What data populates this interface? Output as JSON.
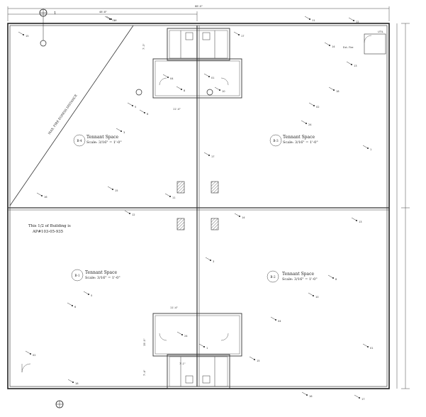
{
  "drawing": {
    "overall_dimension": "68'-0\"",
    "top_left_dimension": "48'-8\"",
    "grid_marker": "1",
    "diagonal_note": "MAX. FIRE EGRESS DISTANCE",
    "half_building_note_line1": "This 1/2 of Building is",
    "half_building_note_line2": "AP#103-05-935"
  },
  "spaces": [
    {
      "id": "B-4",
      "title": "Tennant Space",
      "scale": "Scale: 3/16\" = 1'-0\""
    },
    {
      "id": "B-3",
      "title": "Tennant Space",
      "scale": "Scale: 3/16\" = 1'-0\""
    },
    {
      "id": "B-1",
      "title": "Tennant Space",
      "scale": "Scale: 3/16\" = 1'-0\""
    },
    {
      "id": "B-2",
      "title": "Tennant Space",
      "scale": "Scale: 3/16\" = 1'-0\""
    }
  ],
  "dimensions": {
    "core_top_width": "11'-4\"",
    "core_bottom_width": "11'-4\"",
    "core_top_height": "7'-3\"",
    "core_bottom_height": "15'-0\"",
    "toilet_width": "7'-1\"",
    "toilet_height": "7'-4\""
  },
  "callouts": {
    "utility_label": "UTIL",
    "extinguisher_label": "Ext. Fire"
  },
  "tags": [
    "15",
    "16",
    "17",
    "11",
    "12",
    "14",
    "13",
    "3",
    "5",
    "6",
    "8",
    "10",
    "04",
    "01",
    "02",
    "18",
    "24",
    "1"
  ]
}
